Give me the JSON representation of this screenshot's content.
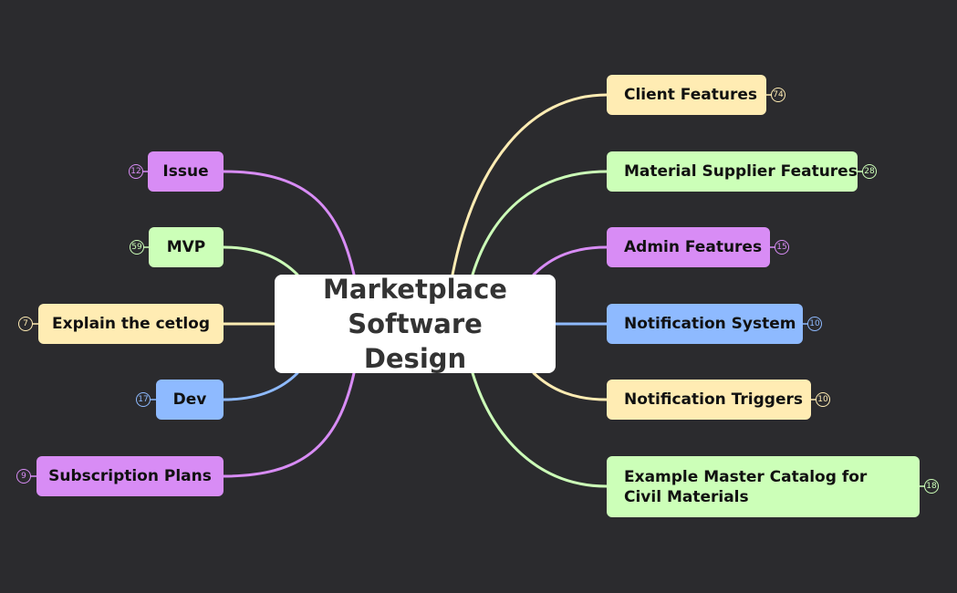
{
  "colors": {
    "background": "#2b2b2e",
    "yellow": "#ffecb3",
    "green": "#ccffb8",
    "purple": "#d88cf5",
    "blue": "#8ebaff",
    "central": "#ffffff"
  },
  "central_topic": {
    "line1": "Marketplace",
    "line2": "Software Design"
  },
  "left_topics": [
    {
      "label": "Issue",
      "count": "12",
      "color": "purple"
    },
    {
      "label": "MVP",
      "count": "59",
      "color": "green"
    },
    {
      "label": "Explain the cetlog",
      "count": "7",
      "color": "yellow"
    },
    {
      "label": "Dev",
      "count": "17",
      "color": "blue"
    },
    {
      "label": "Subscription Plans",
      "count": "9",
      "color": "purple"
    }
  ],
  "right_topics": [
    {
      "label": "Client Features",
      "count": "74",
      "color": "yellow"
    },
    {
      "label": "Material Supplier Features",
      "count": "28",
      "color": "green"
    },
    {
      "label": "Admin Features",
      "count": "15",
      "color": "purple"
    },
    {
      "label": "Notification System",
      "count": "10",
      "color": "blue"
    },
    {
      "label": "Notification Triggers",
      "count": "10",
      "color": "yellow"
    },
    {
      "label": "Example Master Catalog for Civil Materials",
      "count": "18",
      "color": "green"
    }
  ]
}
